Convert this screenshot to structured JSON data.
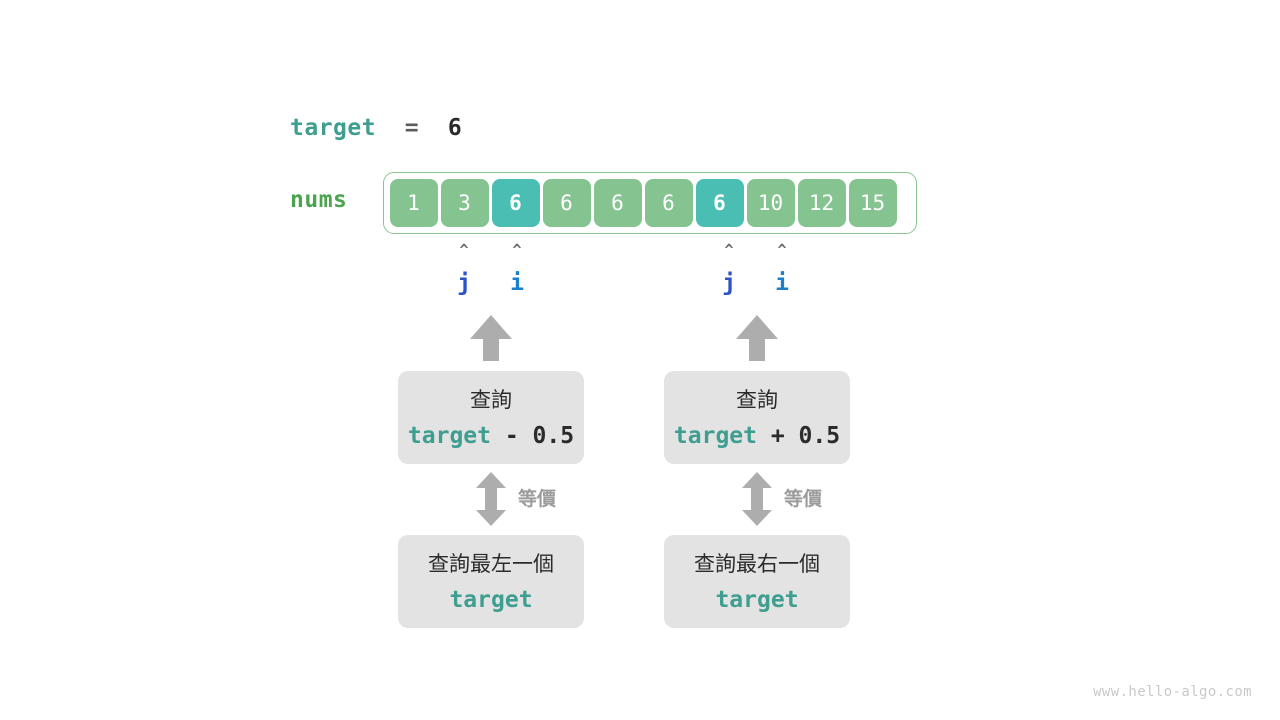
{
  "watermark": "www.hello-algo.com",
  "target_line": {
    "var": "target",
    "op": "=",
    "value": "6"
  },
  "array": {
    "label": "nums",
    "cells": [
      {
        "value": "1",
        "highlight": false
      },
      {
        "value": "3",
        "highlight": false
      },
      {
        "value": "6",
        "highlight": true
      },
      {
        "value": "6",
        "highlight": false
      },
      {
        "value": "6",
        "highlight": false
      },
      {
        "value": "6",
        "highlight": false
      },
      {
        "value": "6",
        "highlight": true
      },
      {
        "value": "10",
        "highlight": false
      },
      {
        "value": "12",
        "highlight": false
      },
      {
        "value": "15",
        "highlight": false
      }
    ]
  },
  "pointers": [
    {
      "name": "j",
      "caret": "^",
      "cell_index": 1,
      "color": "#2B52C6"
    },
    {
      "name": "i",
      "caret": "^",
      "cell_index": 2,
      "color": "#1B7FCB"
    },
    {
      "name": "j",
      "caret": "^",
      "cell_index": 6,
      "color": "#2B52C6"
    },
    {
      "name": "i",
      "caret": "^",
      "cell_index": 7,
      "color": "#1B7FCB"
    }
  ],
  "branches": [
    {
      "top_box": {
        "line1": "查詢",
        "var": "target",
        "expr": " - 0.5"
      },
      "equiv_label": "等價",
      "bottom_box": {
        "line1": "查詢最左一個",
        "var": "target"
      }
    },
    {
      "top_box": {
        "line1": "查詢",
        "var": "target",
        "expr": " + 0.5"
      },
      "equiv_label": "等價",
      "bottom_box": {
        "line1": "查詢最右一個",
        "var": "target"
      }
    }
  ],
  "colors": {
    "cell_normal": "#85C490",
    "cell_highlight": "#4BBEB4",
    "array_border": "#8CC492",
    "code_var": "#3E9E8F",
    "nums_label": "#4CA450",
    "arrow_gray": "#ADADAD",
    "box_bg": "#E3E3E3"
  }
}
